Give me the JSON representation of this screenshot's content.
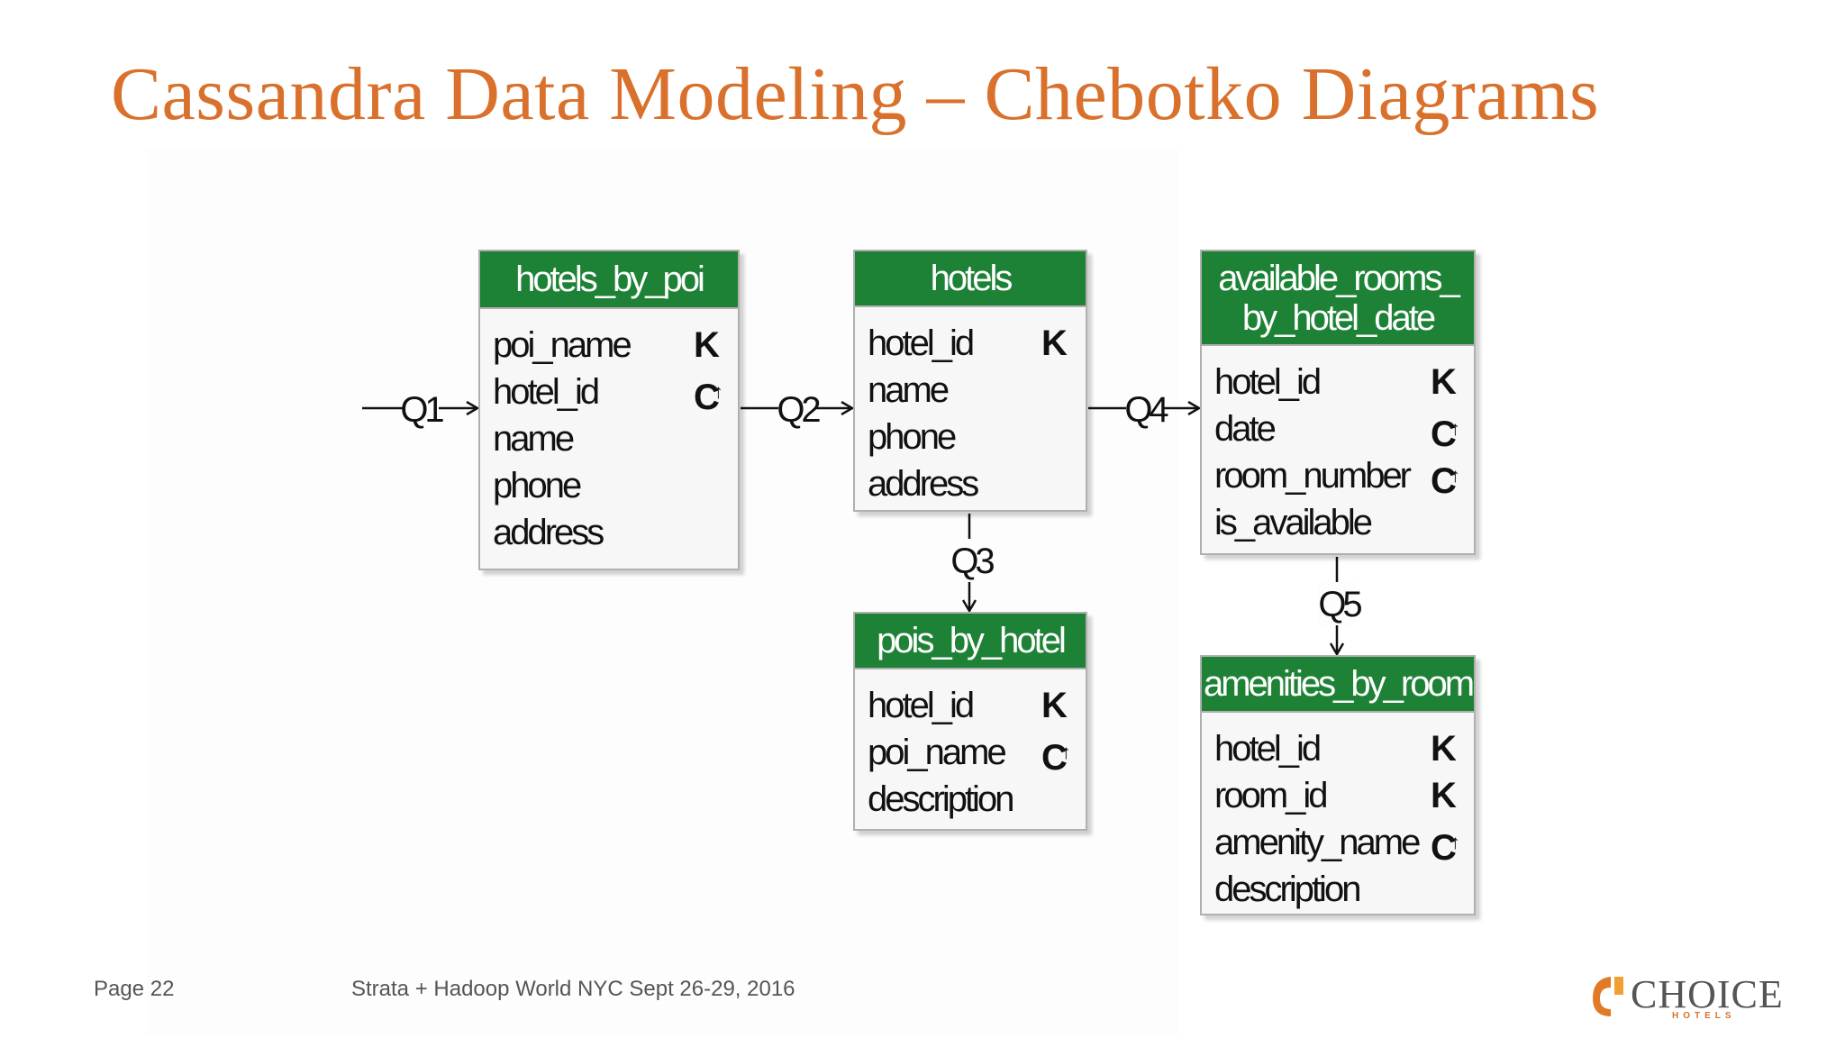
{
  "title": "Cassandra Data Modeling – Chebotko Diagrams",
  "tables": {
    "hotels_by_poi": {
      "name": "hotels_by_poi",
      "cols": [
        {
          "name": "poi_name",
          "key": "K"
        },
        {
          "name": "hotel_id",
          "key": "C↑"
        },
        {
          "name": "name",
          "key": ""
        },
        {
          "name": "phone",
          "key": ""
        },
        {
          "name": "address",
          "key": ""
        }
      ]
    },
    "hotels": {
      "name": "hotels",
      "cols": [
        {
          "name": "hotel_id",
          "key": "K"
        },
        {
          "name": "name",
          "key": ""
        },
        {
          "name": "phone",
          "key": ""
        },
        {
          "name": "address",
          "key": ""
        }
      ]
    },
    "pois_by_hotel": {
      "name": "pois_by_hotel",
      "cols": [
        {
          "name": "hotel_id",
          "key": "K"
        },
        {
          "name": "poi_name",
          "key": "C↑"
        },
        {
          "name": "description",
          "key": ""
        }
      ]
    },
    "available_rooms_by_hotel_date": {
      "name_line1": "available_rooms_",
      "name_line2": "by_hotel_date",
      "cols": [
        {
          "name": "hotel_id",
          "key": "K"
        },
        {
          "name": "date",
          "key": "C↑"
        },
        {
          "name": "room_number",
          "key": "C↑"
        },
        {
          "name": "is_available",
          "key": ""
        }
      ]
    },
    "amenities_by_room": {
      "name": "amenities_by_room",
      "cols": [
        {
          "name": "hotel_id",
          "key": "K"
        },
        {
          "name": "room_id",
          "key": "K"
        },
        {
          "name": "amenity_name",
          "key": "C↑"
        },
        {
          "name": "description",
          "key": ""
        }
      ]
    }
  },
  "queries": {
    "q1": "Q1",
    "q2": "Q2",
    "q3": "Q3",
    "q4": "Q4",
    "q5": "Q5"
  },
  "footer": {
    "page": "Page 22",
    "event": "Strata + Hadoop World NYC Sept 26-29, 2016"
  },
  "logo": {
    "text": "CHOICE",
    "sub": "HOTELS"
  },
  "colors": {
    "title": "#d9712d",
    "header": "#1e8236",
    "logo_accent": "#e07a26"
  }
}
